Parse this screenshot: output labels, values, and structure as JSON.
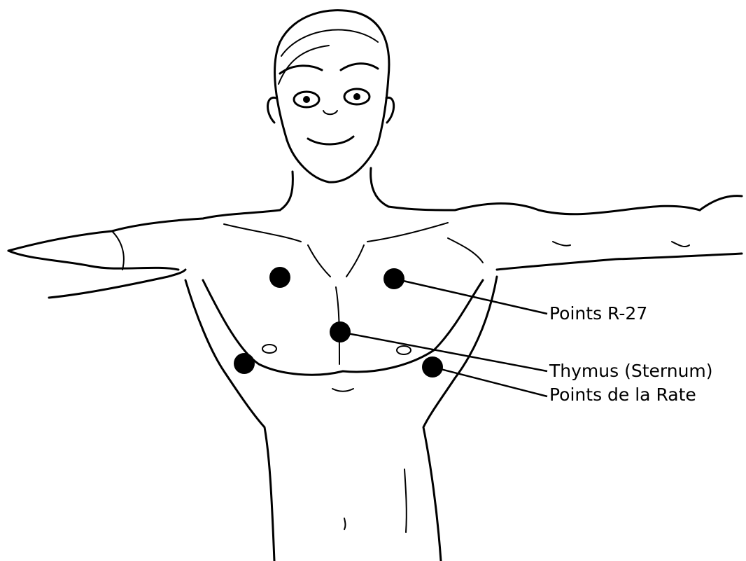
{
  "labels": {
    "r27": "Points R-27",
    "thymus": "Thymus (Sternum)",
    "spleen": "Points de la Rate"
  },
  "points": [
    {
      "id": "r27-left",
      "group": "r27"
    },
    {
      "id": "r27-right",
      "group": "r27"
    },
    {
      "id": "thymus-sternum",
      "group": "thymus"
    },
    {
      "id": "spleen-left",
      "group": "spleen"
    },
    {
      "id": "spleen-right",
      "group": "spleen"
    }
  ],
  "colors": {
    "ink": "#000000",
    "background": "#ffffff"
  }
}
